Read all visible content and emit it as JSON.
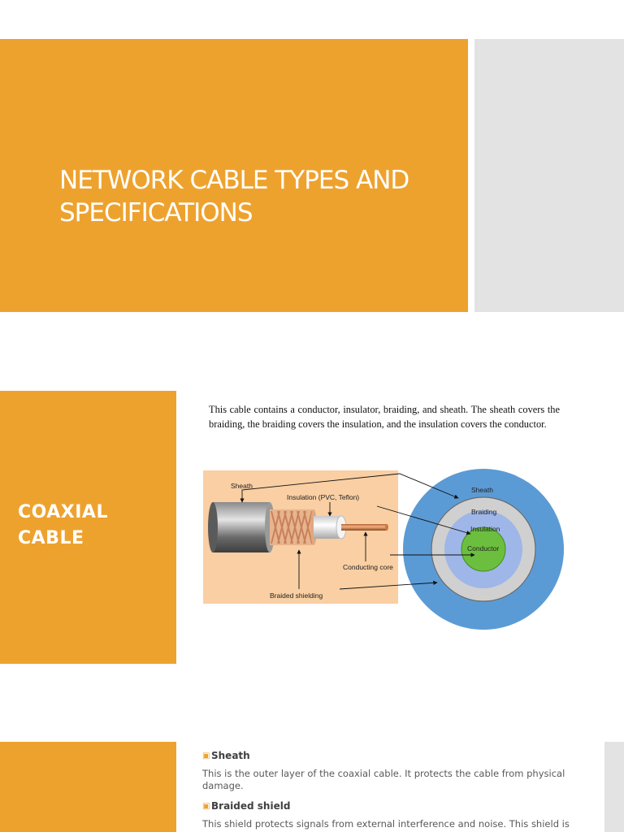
{
  "slide1": {
    "title": "NETWORK CABLE TYPES AND SPECIFICATIONS"
  },
  "slide2": {
    "heading": "COAXIAL CABLE",
    "description": "This cable contains a conductor, insulator, braiding, and sheath. The sheath covers the braiding, the braiding covers the insulation, and the insulation covers the conductor.",
    "diagram": {
      "cable_labels": {
        "sheath": "Sheath",
        "insulation": "Insulation (PVC, Teflon)",
        "core": "Conducting core",
        "shielding": "Braided shielding"
      },
      "ring_labels": {
        "sheath": "Sheath",
        "braiding": "Braiding",
        "insulation": "Insulation",
        "conductor": "Conductor"
      },
      "colors": {
        "panel": "#f9cfa3",
        "sheath_ring": "#5b9bd5",
        "braiding_ring": "#d0d0d0",
        "insulation_ring": "#9fb6e8",
        "conductor": "#6cbf3e"
      }
    }
  },
  "slide3": {
    "items": [
      {
        "icon": "bullet-icon",
        "title": "Sheath",
        "text": "This is the outer layer of the coaxial cable. It protects the cable from physical damage."
      },
      {
        "icon": "bullet-icon",
        "title": "Braided shield",
        "text": "This shield protects signals from external interference and noise. This shield is"
      }
    ]
  },
  "theme": {
    "accent": "#eea22e",
    "side_panel": "#e3e3e3"
  }
}
